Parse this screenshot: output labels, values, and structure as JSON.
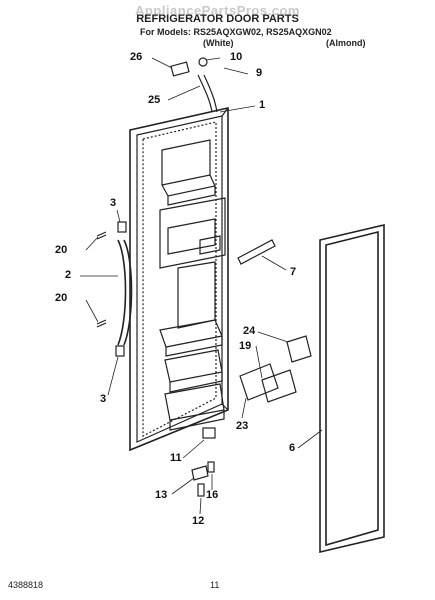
{
  "header": {
    "watermark": "AppliancePartsPros.com",
    "title": "REFRIGERATOR DOOR PARTS",
    "models_prefix": "For Models:",
    "model_white": "RS25AQXGW02,",
    "model_almond": "RS25AQXGN02",
    "color_white": "(White)",
    "color_almond": "(Almond)"
  },
  "callouts": {
    "c26": "26",
    "c10": "10",
    "c9": "9",
    "c25": "25",
    "c1": "1",
    "c3a": "3",
    "c20a": "20",
    "c2": "2",
    "c20b": "20",
    "c3b": "3",
    "c7": "7",
    "c24": "24",
    "c19": "19",
    "c23": "23",
    "c6": "6",
    "c11": "11",
    "c16": "16",
    "c13": "13",
    "c12": "12"
  },
  "footer": {
    "part_number": "4388818",
    "page_number": "11"
  }
}
